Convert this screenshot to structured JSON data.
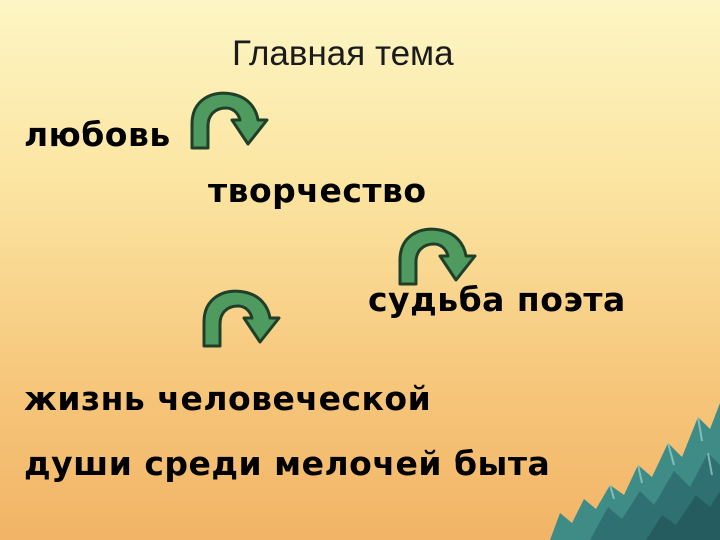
{
  "slide": {
    "title": "Главная тема",
    "items": [
      "любовь",
      "творчество",
      "судьба поэта",
      "жизнь человеческой",
      "души среди мелочей быта"
    ]
  },
  "colors": {
    "arrow_fill": "#4f9a5e",
    "arrow_stroke": "#1f3f29",
    "background_top": "#fdf6c4",
    "background_bottom": "#f2b466",
    "mountain": "#3f8c87"
  },
  "icons": [
    "curved-arrow-icon",
    "mountains-icon"
  ]
}
